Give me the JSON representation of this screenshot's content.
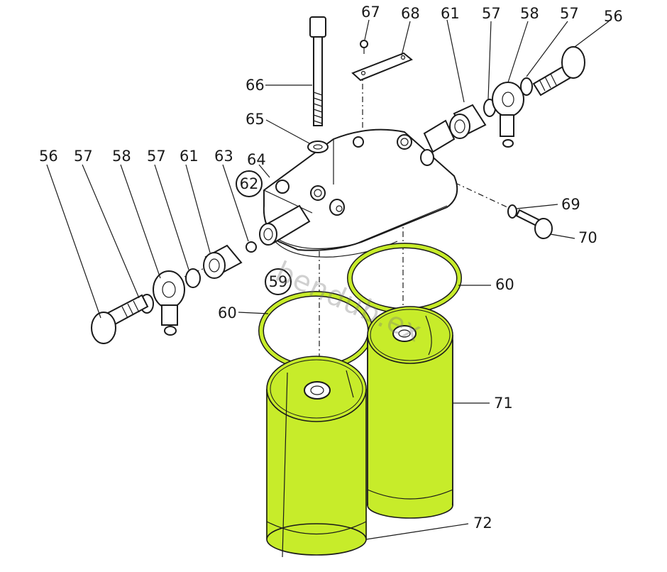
{
  "diagram": {
    "labels": {
      "l56a": "56",
      "l57a": "57",
      "l58a": "58",
      "l57b": "57",
      "l61a": "61",
      "l63": "63",
      "l64": "64",
      "l62": "62",
      "l59": "59",
      "l66": "66",
      "l65": "65",
      "l67": "67",
      "l68": "68",
      "l61b": "61",
      "l57c": "57",
      "l58b": "58",
      "l57d": "57",
      "l56b": "56",
      "l69": "69",
      "l70": "70",
      "l60a": "60",
      "l60b": "60",
      "l71": "71",
      "l72": "72"
    },
    "watermark": "bendub.ex",
    "colors": {
      "highlight": "#c7ec2a",
      "highlight_dark": "#a9d41a",
      "line": "#1a1a1a",
      "background": "#ffffff"
    }
  }
}
